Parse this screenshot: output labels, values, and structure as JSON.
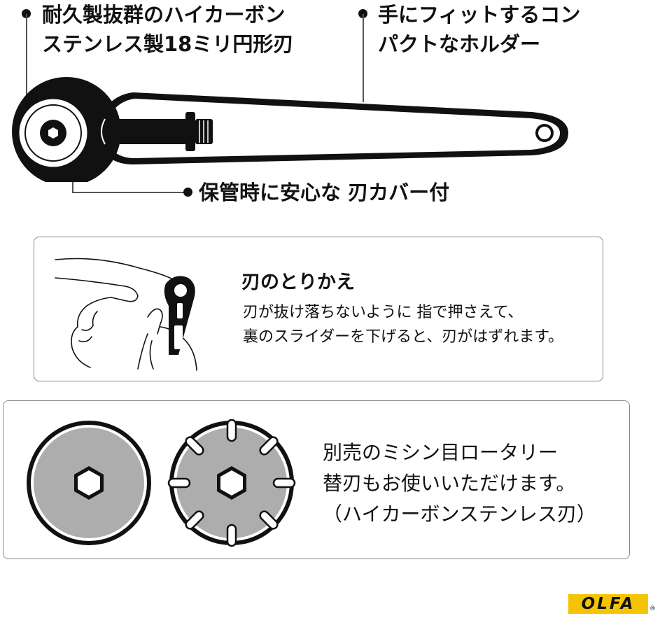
{
  "callouts": {
    "blade": [
      "耐久製抜群のハイカーボン",
      "ステンレス製18ミリ円形刃"
    ],
    "holder": [
      "手にフィットするコン",
      "パクトなホルダー"
    ],
    "cover": "保管時に安心な 刃カバー付"
  },
  "replace_panel": {
    "title": "刃のとりかえ",
    "lines": [
      "刃が抜け落ちないように 指で押さえて、",
      "裏のスライダーを下げると、刃がはずれます。"
    ]
  },
  "blade_panel": {
    "lines": [
      "別売のミシン目ロータリー",
      "替刃もお使いいただけます。",
      "（ハイカーボンステンレス刃）"
    ]
  },
  "logo": {
    "text": "OLFA",
    "mark": "®",
    "color": "#f5c400"
  },
  "icons": [
    "rotary-cutter-illustration",
    "hand-illustration",
    "round-blade-illustration",
    "perforation-blade-illustration"
  ]
}
